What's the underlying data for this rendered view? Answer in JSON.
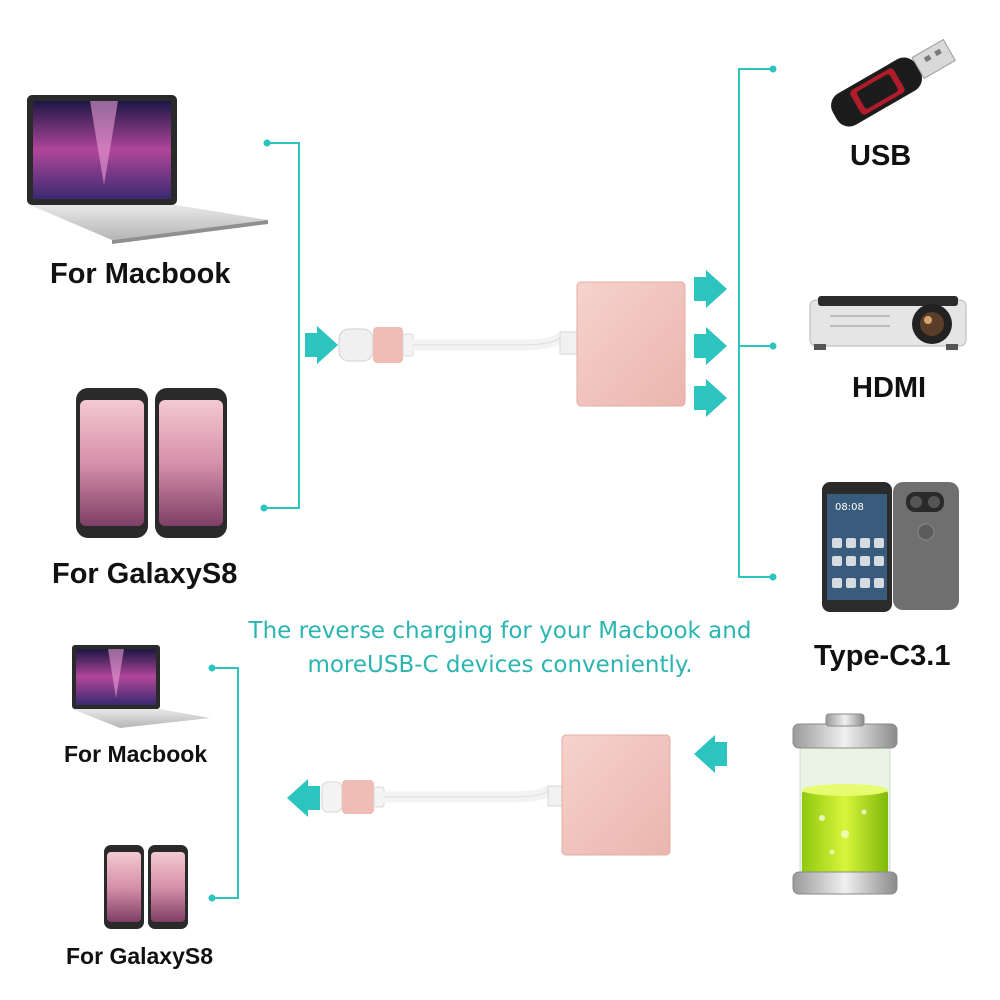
{
  "colors": {
    "accent": "#2bc4bf",
    "caption": "#2bb5b0",
    "adapter": "#f2c3bd",
    "label": "#111111"
  },
  "top": {
    "sources": [
      {
        "label": "For Macbook",
        "icon": "macbook-laptop-icon"
      },
      {
        "label": "For GalaxyS8",
        "icon": "galaxy-s8-phones-icon"
      }
    ],
    "outputs": [
      {
        "label": "USB",
        "icon": "usb-flash-drive-icon"
      },
      {
        "label": "HDMI",
        "icon": "projector-icon"
      },
      {
        "label": "Type-C3.1",
        "icon": "huawei-phones-icon"
      }
    ]
  },
  "caption": {
    "line1": "The reverse charging for your Macbook and",
    "line2": "moreUSB-C devices conveniently."
  },
  "bottom": {
    "targets": [
      {
        "label": "For Macbook",
        "icon": "macbook-laptop-icon"
      },
      {
        "label": "For GalaxyS8",
        "icon": "galaxy-s8-phones-icon"
      }
    ],
    "power_source_icon": "battery-icon"
  }
}
